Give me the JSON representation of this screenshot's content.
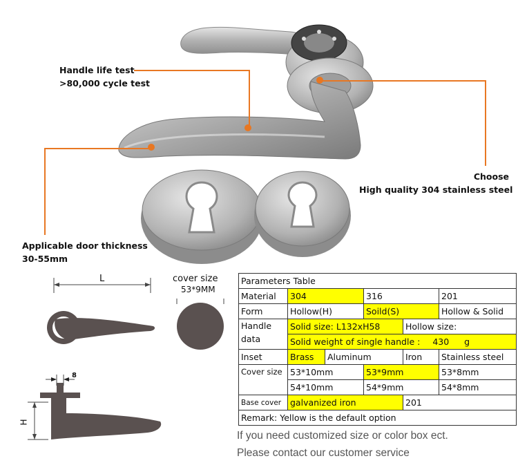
{
  "callouts": {
    "life_test_line1": "Handle life test",
    "life_test_line2": ">80,000 cycle test",
    "choose_line1": "Choose",
    "choose_line2": "High quality 304 stainless steel",
    "door_line1": "Applicable door thickness",
    "door_line2": "30-55mm"
  },
  "diagram": {
    "length_label": "L",
    "thickness_label": "8",
    "height_label": "H",
    "cover_size_title": "cover size",
    "cover_size_value": "53*9MM"
  },
  "params_table": {
    "title": "Parameters Table",
    "material": {
      "label": "Material",
      "v1": "304",
      "v2": "316",
      "v3": "201"
    },
    "form": {
      "label": "Form",
      "v1": "Hollow(H)",
      "v2": "Soild(S)",
      "v3": "Hollow & Solid"
    },
    "handle": {
      "label_line1": "Handle",
      "label_line2": "data",
      "solid_size": "Solid size: L132xH58",
      "hollow_size": "Hollow size:",
      "weight_label": "Solid weight of single handle :",
      "weight_value": "430",
      "weight_unit": "g"
    },
    "inset": {
      "label": "Inset",
      "v1": "Brass",
      "v2": "Aluminum",
      "v3": "Iron",
      "v4": "Stainless steel"
    },
    "cover": {
      "label": "Cover size",
      "r1c1": "53*10mm",
      "r1c2": "53*9mm",
      "r1c3": "53*8mm",
      "r2c1": "54*10mm",
      "r2c2": "54*9mm",
      "r2c3": "54*8mm"
    },
    "base": {
      "label": "Base cover",
      "v1": "galvanized iron",
      "v2": "201"
    },
    "remark": "Remark: Yellow is the default option"
  },
  "footer": {
    "line1": "If you need customized size or color box ect.",
    "line2": "Please contact our customer service"
  },
  "colors": {
    "accent": "#e87722",
    "highlight": "#ffff00",
    "steel": "#b8b8b8"
  }
}
